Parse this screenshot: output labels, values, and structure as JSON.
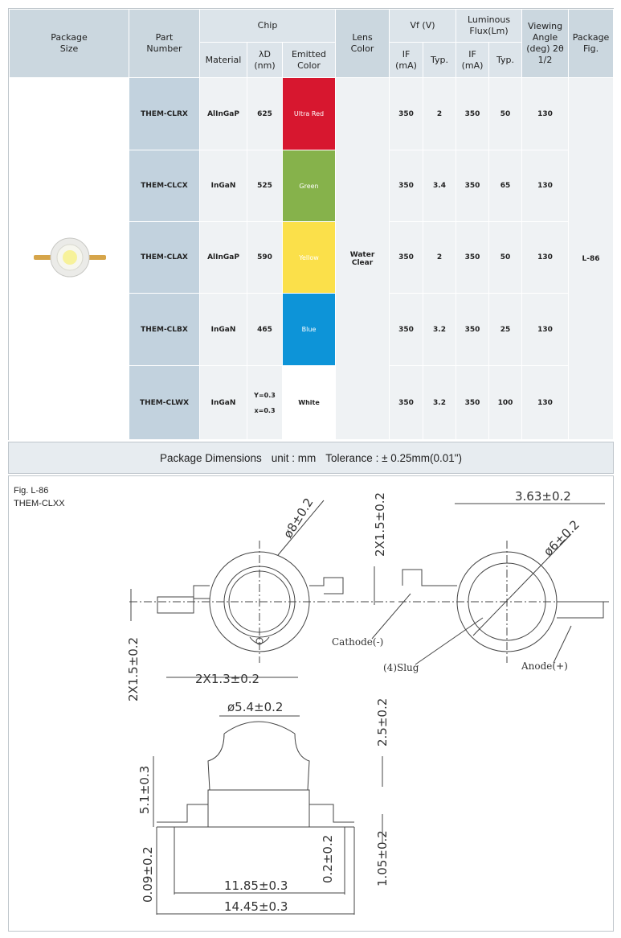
{
  "header": {
    "package_size": "Package Size",
    "part_number": "Part Number",
    "chip": "Chip",
    "material": "Material",
    "lambda_d": "λD (nm)",
    "emitted_color": "Emitted Color",
    "lens_color": "Lens Color",
    "vf": "Vf (V)",
    "luminous_flux": "Luminous Flux(Lm)",
    "viewing_angle": "Viewing Angle (deg) 2θ 1/2",
    "package_fig": "Package Fig.",
    "if_ma": "IF (mA)",
    "typ": "Typ.",
    "if_ma2": "IF (mA)",
    "typ2": "Typ."
  },
  "rows": [
    {
      "part": "THEM-CLRX",
      "material": "AlInGaP",
      "lambda": "625",
      "color_name": "Ultra Red",
      "color_hex": "#d7172f",
      "if1": "350",
      "vf": "2",
      "if2": "350",
      "flux": "50",
      "angle": "130"
    },
    {
      "part": "THEM-CLCX",
      "material": "InGaN",
      "lambda": "525",
      "color_name": "Green",
      "color_hex": "#86b24b",
      "if1": "350",
      "vf": "3.4",
      "if2": "350",
      "flux": "65",
      "angle": "130"
    },
    {
      "part": "THEM-CLAX",
      "material": "AlInGaP",
      "lambda": "590",
      "color_name": "Yellow",
      "color_hex": "#fbe04a",
      "if1": "350",
      "vf": "2",
      "if2": "350",
      "flux": "50",
      "angle": "130"
    },
    {
      "part": "THEM-CLBX",
      "material": "InGaN",
      "lambda": "465",
      "color_name": "Blue",
      "color_hex": "#0d94d8",
      "if1": "350",
      "vf": "3.2",
      "if2": "350",
      "flux": "25",
      "angle": "130"
    },
    {
      "part": "THEM-CLWX",
      "material": "InGaN",
      "lambda_y": "Y=0.3",
      "lambda_x": "x=0.3",
      "color_name": "White",
      "color_hex": "#ffffff",
      "if1": "350",
      "vf": "3.2",
      "if2": "350",
      "flux": "100",
      "angle": "130"
    }
  ],
  "lens_color_value": "Water Clear",
  "package_fig_value": "L-86",
  "dimensions_bar": {
    "title": "Package Dimensions",
    "unit": "unit : mm",
    "tolerance": "Tolerance : ± 0.25mm(0.01\")"
  },
  "drawing": {
    "fig_label": "Fig. L-86",
    "model": "THEM-CLXX",
    "dims": {
      "d8": "ø8±0.2",
      "twox15_top": "2X1.5±0.2",
      "d363": "3.63±0.2",
      "d6": "ø6±0.2",
      "cathode": "Cathode(-)",
      "slug": "(4)Slug",
      "anode": "Anode(+)",
      "twox15_left": "2X1.5±0.2",
      "twox13": "2X1.3±0.2",
      "d54": "ø5.4±0.2",
      "h25": "2.5±0.2",
      "h51": "5.1±0.3",
      "h02": "0.2±0.2",
      "h105": "1.05±0.2",
      "h009": "0.09±0.2",
      "w1185": "11.85±0.3",
      "w1445": "14.45±0.3"
    }
  },
  "colors": {
    "header_bg": "#dce4ea",
    "part_col_bg": "#c2d2de",
    "cell_bg": "#eff2f4",
    "dim_bar_bg": "#e7ecf0",
    "line": "#555555"
  }
}
